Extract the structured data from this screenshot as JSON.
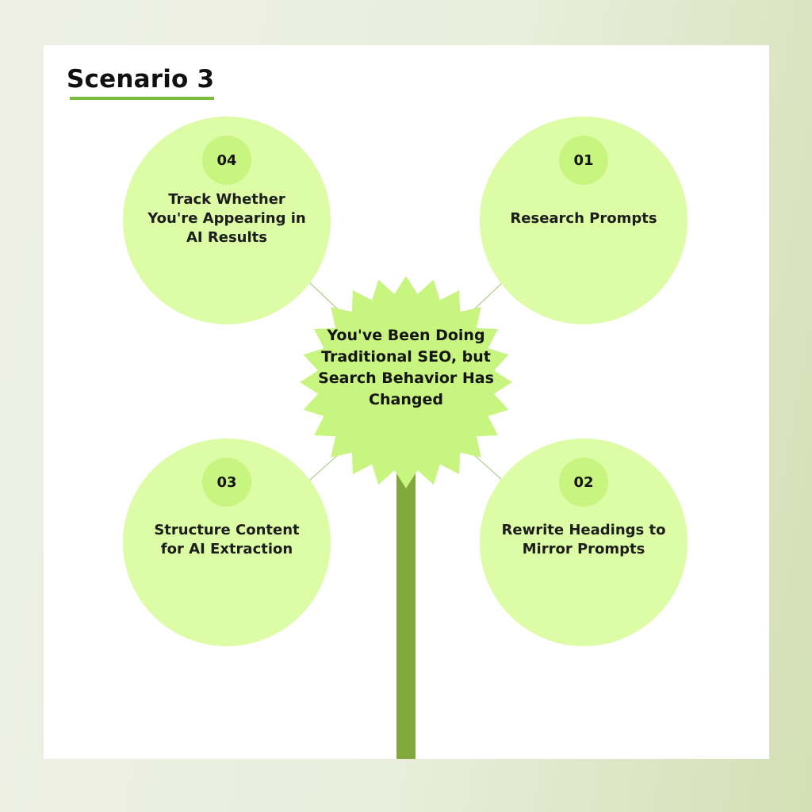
{
  "title": "Scenario 3",
  "center": {
    "text": "You've Been Doing Traditional SEO, but Search Behavior Has Changed"
  },
  "steps": [
    {
      "number": "01",
      "label": "Research Prompts"
    },
    {
      "number": "02",
      "label": "Rewrite Headings to Mirror Prompts"
    },
    {
      "number": "03",
      "label": "Structure Content for AI Extraction"
    },
    {
      "number": "04",
      "label": "Track Whether You're Appearing in AI Results"
    }
  ],
  "colors": {
    "circle_fill": "#ddfca6",
    "badge_fill": "#c7f57f",
    "star_fill": "#c7f57f",
    "stem": "#80a83d",
    "underline": "#7bbd3d"
  }
}
